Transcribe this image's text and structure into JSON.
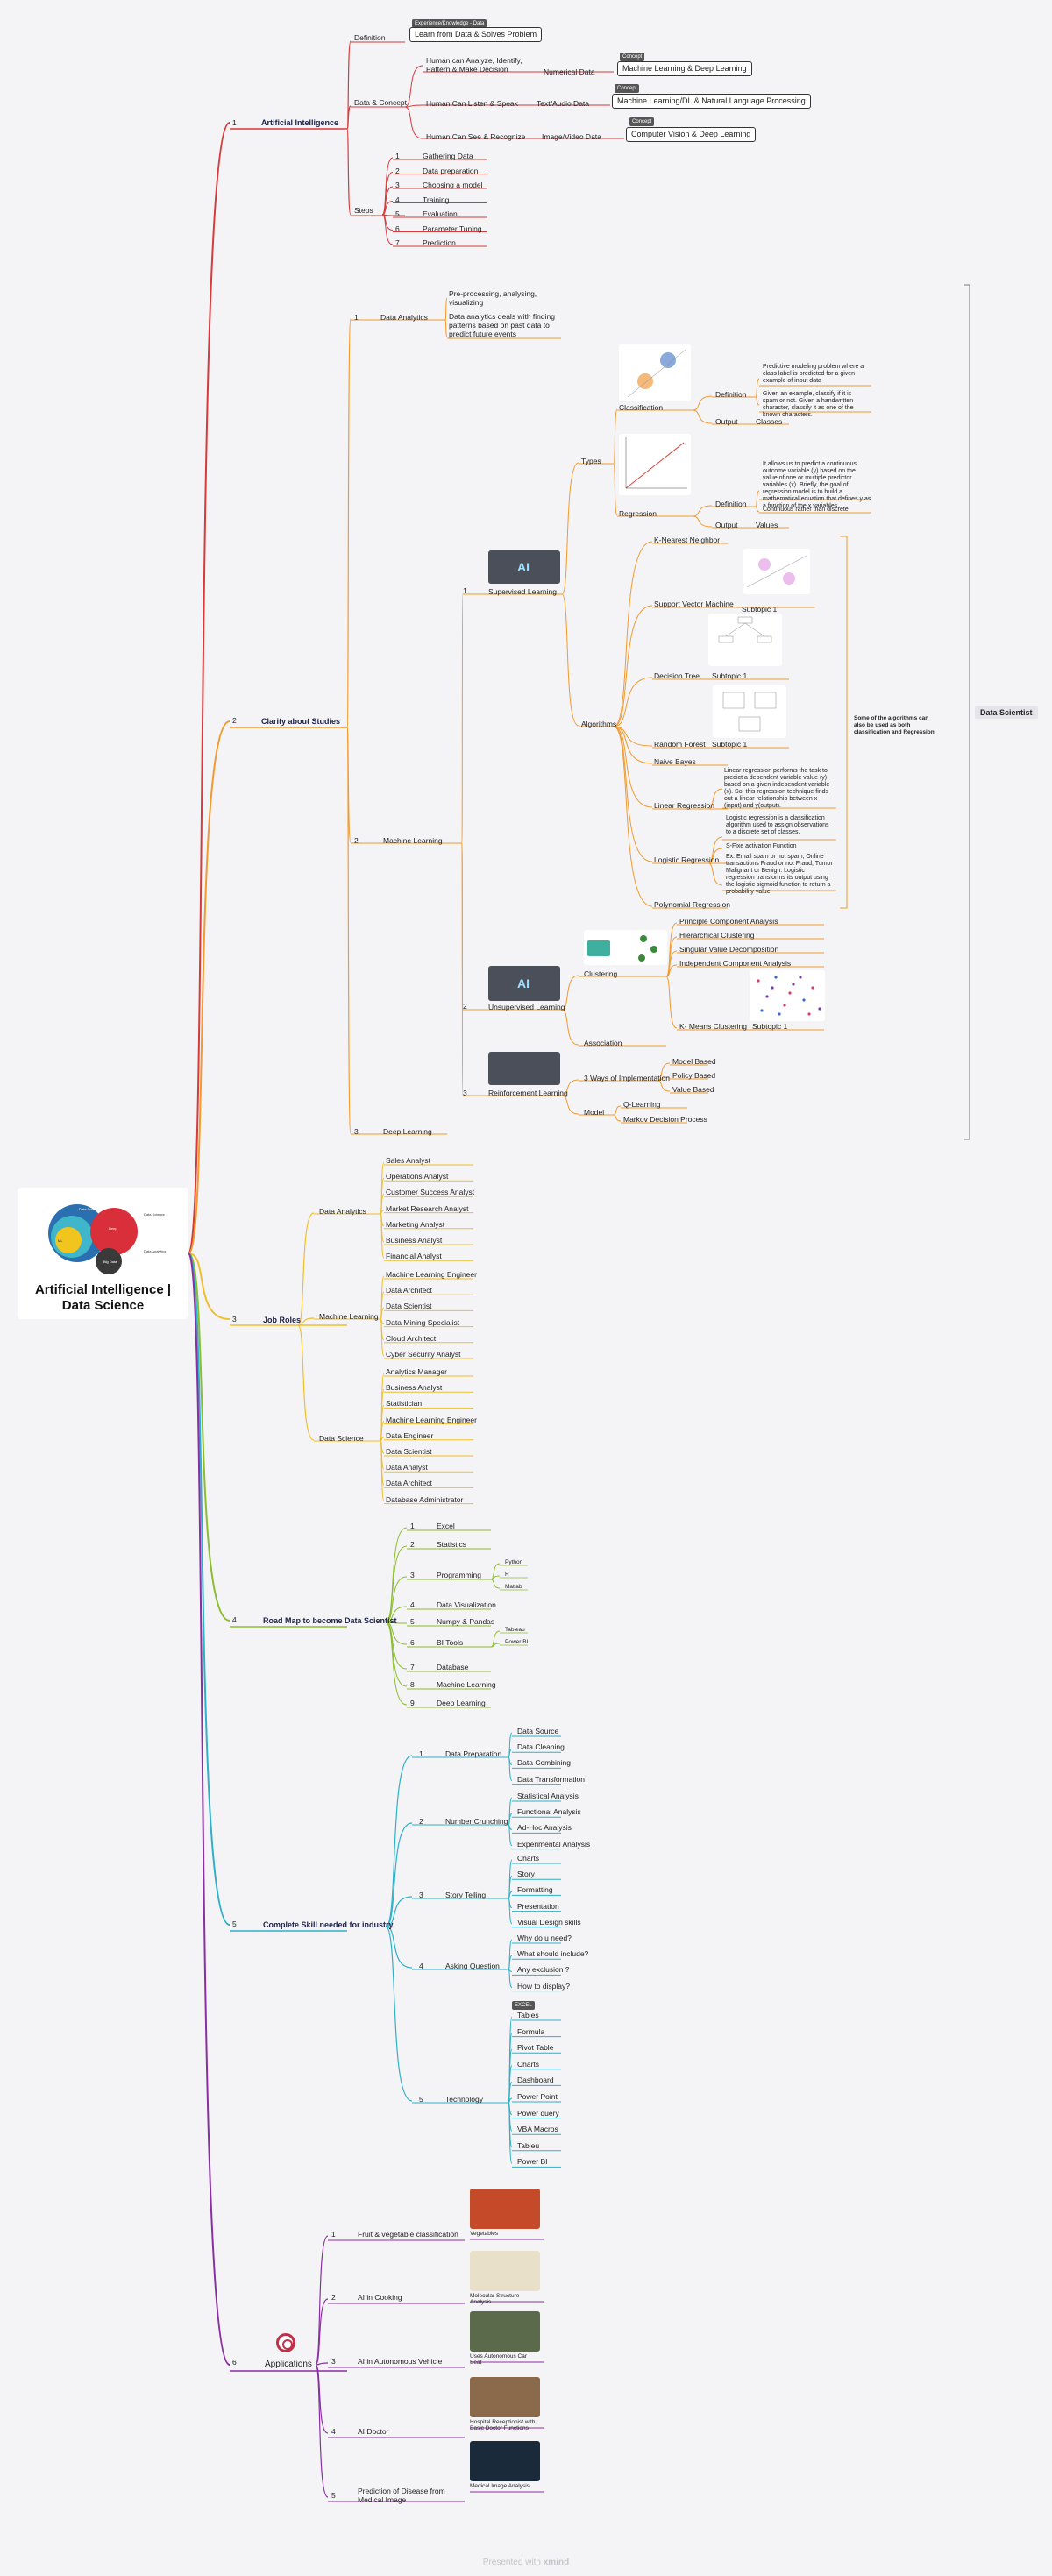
{
  "root": {
    "title_line1": "Artificial Intelligence |",
    "title_line2": "Data Science",
    "venn_labels": [
      "Data Science",
      "Deep Learning",
      "Machine Learning",
      "Data Analytics",
      "Big Data",
      "Artificial Intelligence"
    ]
  },
  "branches": [
    {
      "num": "1",
      "label": "Artificial Intelligence",
      "color": "#d63a3a"
    },
    {
      "num": "2",
      "label": "Clarity about Studies",
      "color": "#f29a2e"
    },
    {
      "num": "3",
      "label": "Job Roles",
      "color": "#f0be2e"
    },
    {
      "num": "4",
      "label": "Road Map to become Data Scientist",
      "color": "#8cbd30"
    },
    {
      "num": "5",
      "label": "Complete Skill needed for industry",
      "color": "#2eb0c9"
    },
    {
      "num": "6",
      "label": "Applications",
      "color": "#8a2ea3"
    }
  ],
  "ai": {
    "definition": "Definition",
    "def_tag": "Experience/Knowledge - Data",
    "def_box": "Learn from Data & Solves Problem",
    "dc": "Data & Concept",
    "dc_rows": [
      {
        "human": "Human can Analyze, Identify, Pattern & Make Decision",
        "data": "Numerical Data",
        "tag": "Concept",
        "box": "Machine Learning & Deep Learning"
      },
      {
        "human": "Human Can Listen & Speak",
        "data": "Text/Audio Data",
        "tag": "Concept",
        "box": "Machine Learning/DL & Natural Language Processing"
      },
      {
        "human": "Human Can See & Recognize",
        "data": "Image/Video Data",
        "tag": "Concept",
        "box": "Computer Vision & Deep Learning"
      }
    ],
    "steps": "Steps",
    "step_items": [
      "Gathering Data",
      "Data preparation",
      "Choosing a model",
      "Training",
      "Evaluation",
      "Parameter Tuning",
      "Prediction"
    ]
  },
  "studies": {
    "da_num": "1",
    "da": "Data Analytics",
    "da_items": [
      "Pre-processing, analysing, visualizing",
      "Data analytics deals with finding patterns based on past data to predict future events"
    ],
    "ml_num": "2",
    "ml": "Machine Learning",
    "dl_num": "3",
    "dl": "Deep Learning",
    "sup_num": "1",
    "sup": "Supervised Learning",
    "types": "Types",
    "classification": "Classification",
    "regression": "Regression",
    "definition": "Definition",
    "output": "Output",
    "cls_def1": "Predictive modeling problem where a class label is predicted for a given example of input data",
    "cls_def2": "Given an example, classify if it is spam or not. Given a handwritten character, classify it as one of the known characters.",
    "cls_out": "Classes",
    "reg_def": "It allows us to predict a continuous outcome variable (y) based on the value of one or multiple predictor variables (x). Briefly, the goal of regression model is to build a mathematical equation that defines y as a function of the x variables.",
    "reg_def2": "Continuous rather than discrete",
    "reg_out": "Values",
    "algorithms": "Algorithms",
    "algs": [
      "K-Nearest Neighbor",
      "Support Vector Machine",
      "Decision Tree",
      "Random Forest",
      "Naive Bayes",
      "Linear Regression",
      "Logistic Regression",
      "Polynomial Regression"
    ],
    "subtopic": "Subtopic 1",
    "lin_desc": "Linear regression performs the task to predict a dependent variable value (y) based on a given independent variable (x). So, this regression technique finds out a linear relationship between x (input) and y(output).",
    "log_desc1": "Logistic regression is a classification algorithm used to assign observations to a discrete set of classes.",
    "log_desc2": "S-Fixe activation Function",
    "log_desc3": "Ex: Email spam or not spam, Online transactions Fraud or not Fraud, Tumor Malignant or Benign. Logistic regression transforms its output using the logistic sigmoid function to return a probability value.",
    "algo_note": "Some of the algorithms can also be used as both classification and Regression",
    "ds_label": "Data Scientist",
    "uns_num": "2",
    "uns": "Unsupervised Learning",
    "clustering": "Clustering",
    "association": "Association",
    "clus_items": [
      "Principle Component Analysis",
      "Hierarchical Clustering",
      "Singular Value Decomposition",
      "Independent Component Analysis",
      "K- Means Clustering"
    ],
    "rl_num": "3",
    "rl": "Reinforcement Learning",
    "rl_impl": "3 Ways of Implementation",
    "rl_model": "Model",
    "rl_impl_items": [
      "Model Based",
      "Policy Based",
      "Value Based"
    ],
    "rl_model_items": [
      "Q-Learning",
      "Markov Decision Process"
    ],
    "ai_badge": "AI"
  },
  "jobs": {
    "groups": [
      {
        "label": "Data Analytics",
        "items": [
          "Sales Analyst",
          "Operations Analyst",
          "Customer Success Analyst",
          "Market Research Analyst",
          "Marketing Analyst",
          "Business Analyst",
          "Financial Analyst"
        ]
      },
      {
        "label": "Machine Learning",
        "items": [
          "Machine Learning Engineer",
          "Data Architect",
          "Data Scientist",
          "Data Mining Specialist",
          "Cloud Architect",
          "Cyber Security Analyst"
        ]
      },
      {
        "label": "Data Science",
        "items": [
          "Analytics Manager",
          "Business Analyst",
          "Statistician",
          "Machine Learning Engineer",
          "Data Engineer",
          "Data Scientist",
          "Data Analyst",
          "Data Architect",
          "Database Administrator"
        ]
      }
    ]
  },
  "roadmap": {
    "items": [
      {
        "num": "1",
        "label": "Excel"
      },
      {
        "num": "2",
        "label": "Statistics"
      },
      {
        "num": "3",
        "label": "Programming",
        "subs": [
          "Python",
          "R",
          "Matlab"
        ]
      },
      {
        "num": "4",
        "label": "Data Visualization"
      },
      {
        "num": "5",
        "label": "Numpy & Pandas"
      },
      {
        "num": "6",
        "label": "BI Tools",
        "subs": [
          "Tableau",
          "Power BI"
        ]
      },
      {
        "num": "7",
        "label": "Database"
      },
      {
        "num": "8",
        "label": "Machine Learning"
      },
      {
        "num": "9",
        "label": "Deep Learning"
      }
    ]
  },
  "skills": {
    "groups": [
      {
        "num": "1",
        "label": "Data Preparation",
        "items": [
          "Data Source",
          "Data Cleaning",
          "Data Combining",
          "Data Transformation"
        ]
      },
      {
        "num": "2",
        "label": "Number Crunching",
        "items": [
          "Statistical Analysis",
          "Functional Analysis",
          "Ad-Hoc Analysis",
          "Experimental Analysis"
        ]
      },
      {
        "num": "3",
        "label": "Story Telling",
        "items": [
          "Charts",
          "Story",
          "Formatting",
          "Presentation",
          "Visual Design skills"
        ]
      },
      {
        "num": "4",
        "label": "Asking Question",
        "items": [
          "Why do u need?",
          "What should include?",
          "Any exclusion ?",
          "How to display?"
        ]
      },
      {
        "num": "5",
        "label": "Technology",
        "tag": "EXCEL",
        "items": [
          "Tables",
          "Formula",
          "Pivot Table",
          "Charts",
          "Dashboard",
          "Power Point",
          "Power query",
          "VBA Macros",
          "Tableu",
          "Power BI"
        ]
      }
    ]
  },
  "apps": {
    "items": [
      {
        "num": "1",
        "label": "Fruit & vegetable classification",
        "caption": "Vegetables"
      },
      {
        "num": "2",
        "label": "AI in Cooking",
        "caption": "Molecular Structure Analysis"
      },
      {
        "num": "3",
        "label": "AI in Autonomous Vehicle",
        "caption": "Uses Autonomous Car Seat"
      },
      {
        "num": "4",
        "label": "AI Doctor",
        "caption": "Hospital Receptionist with Basic Doctor Functions"
      },
      {
        "num": "5",
        "label": "Prediction of Disease from Medical Image",
        "caption": "Medical Image Analysis"
      }
    ]
  },
  "footer": {
    "prefix": "Presented with",
    "brand": "xmind"
  }
}
